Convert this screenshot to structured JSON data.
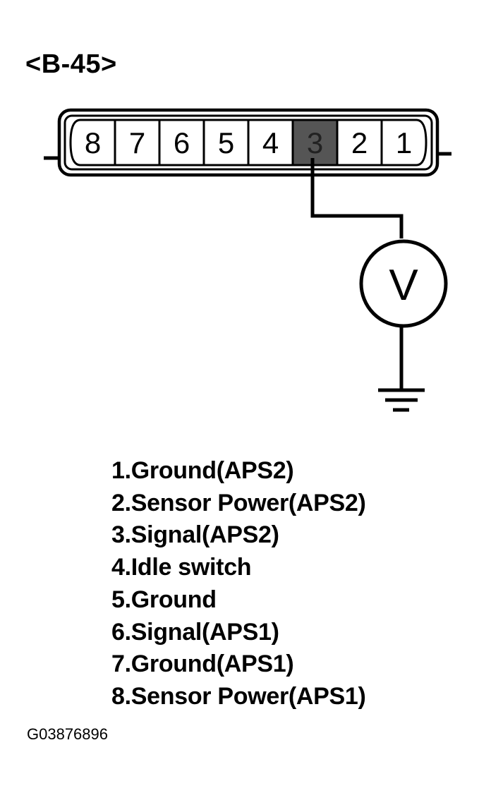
{
  "connector": {
    "label": "<B-45>",
    "pins": [
      "8",
      "7",
      "6",
      "5",
      "4",
      "3",
      "2",
      "1"
    ],
    "probed_pin": "3"
  },
  "meter": {
    "symbol": "V"
  },
  "pin_legend": [
    "1.Ground(APS2)",
    "2.Sensor Power(APS2)",
    "3.Signal(APS2)",
    "4.Idle switch",
    "5.Ground",
    "6.Signal(APS1)",
    "7.Ground(APS1)",
    "8.Sensor Power(APS1)"
  ],
  "figure_code": "G03876896",
  "colors": {
    "line": "#000000",
    "probed_pin_fill": "#555555",
    "background": "#ffffff"
  }
}
